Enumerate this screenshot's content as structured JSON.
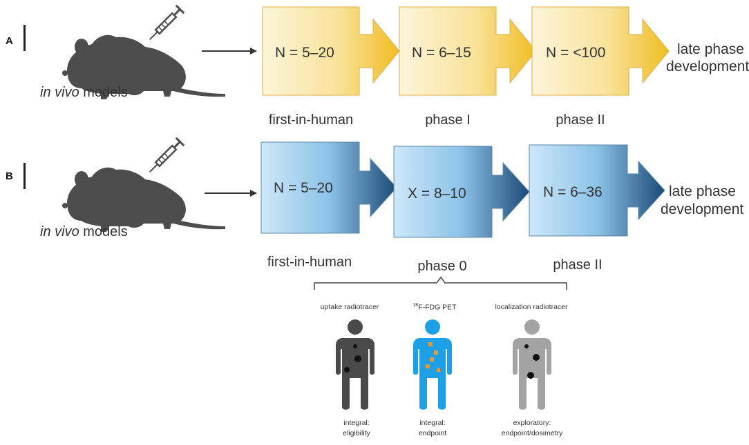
{
  "panels": [
    {
      "letter": "A",
      "model_label_italic": "in vivo",
      "model_label_rest": " models",
      "theme": "yellow",
      "stages": [
        {
          "n": "N = 5–20",
          "label": "first-in-human"
        },
        {
          "n": "N = 6–15",
          "label": "phase I"
        },
        {
          "n": "N = <100",
          "label": "phase II"
        }
      ],
      "end_line1": "late phase",
      "end_line2": "development"
    },
    {
      "letter": "B",
      "model_label_italic": "in vivo",
      "model_label_rest": " models",
      "theme": "blue",
      "stages": [
        {
          "n": "N = 5–20",
          "label": "first-in-human"
        },
        {
          "n": "X = 8–10",
          "label": "phase 0"
        },
        {
          "n": "N = 6–36",
          "label": "phase II"
        }
      ],
      "end_line1": "late phase",
      "end_line2": "development"
    }
  ],
  "phase0_detail": {
    "figures": [
      {
        "title": "uptake radiotracer",
        "caption1": "integral:",
        "caption2": "eligibility",
        "color": "#4a4a4a"
      },
      {
        "title_sup": "18",
        "title": "F-FDG PET",
        "caption1": "integral:",
        "caption2": "endpoint",
        "color": "#1ea0e8"
      },
      {
        "title": "localization radiotracer",
        "caption1": "exploratory:",
        "caption2": "endpoint/dosimetry",
        "color": "#a3a3a3"
      }
    ]
  },
  "colors": {
    "yellow_light": "#fdf3d2",
    "yellow_dark": "#f3c22a",
    "blue_light": "#c7e4f8",
    "blue_dark": "#1c4e7e",
    "mouse": "#4d4d4d"
  }
}
